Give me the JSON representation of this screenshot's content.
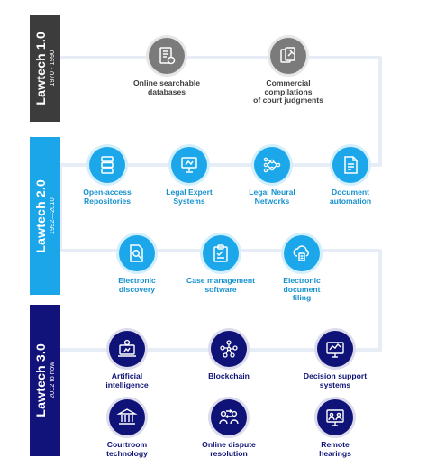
{
  "eras": [
    {
      "title": "Lawtech 1.0",
      "years": "1970  -  1990"
    },
    {
      "title": "Lawtech 2.0",
      "years": "1992—2010"
    },
    {
      "title": "Lawtech 3.0",
      "years": "2012 to now"
    }
  ],
  "lawtech1_items": [
    {
      "label": "Online searchable\ndatabases",
      "icon": "database-document-icon"
    },
    {
      "label": "Commercial compilations\nof court judgments",
      "icon": "judgment-documents-icon"
    }
  ],
  "lawtech2_items": [
    {
      "label": "Open-access\nRepositories",
      "icon": "repository-icon"
    },
    {
      "label": "Legal Expert\nSystems",
      "icon": "expert-system-icon"
    },
    {
      "label": "Legal Neural\nNetworks",
      "icon": "neural-network-icon"
    },
    {
      "label": "Document\nautomation",
      "icon": "document-automation-icon"
    },
    {
      "label": "Electronic\ndiscovery",
      "icon": "ediscovery-icon"
    },
    {
      "label": "Case management\nsoftware",
      "icon": "case-management-icon"
    },
    {
      "label": "Electronic\ndocument\nfiling",
      "icon": "cloud-filing-icon"
    }
  ],
  "lawtech3_items": [
    {
      "label": "Artificial\nintelligence",
      "icon": "ai-icon"
    },
    {
      "label": "Blockchain",
      "icon": "blockchain-icon"
    },
    {
      "label": "Decision support\nsystems",
      "icon": "decision-support-icon"
    },
    {
      "label": "Courtroom\ntechnology",
      "icon": "courtroom-icon"
    },
    {
      "label": "Online dispute\nresolution",
      "icon": "online-dispute-icon"
    },
    {
      "label": "Remote\nhearings",
      "icon": "remote-hearing-icon"
    }
  ],
  "colors": {
    "era1": "#3c3c3c",
    "era2": "#1aa6e8",
    "era3": "#11127a",
    "path": "#e4ecf6"
  }
}
